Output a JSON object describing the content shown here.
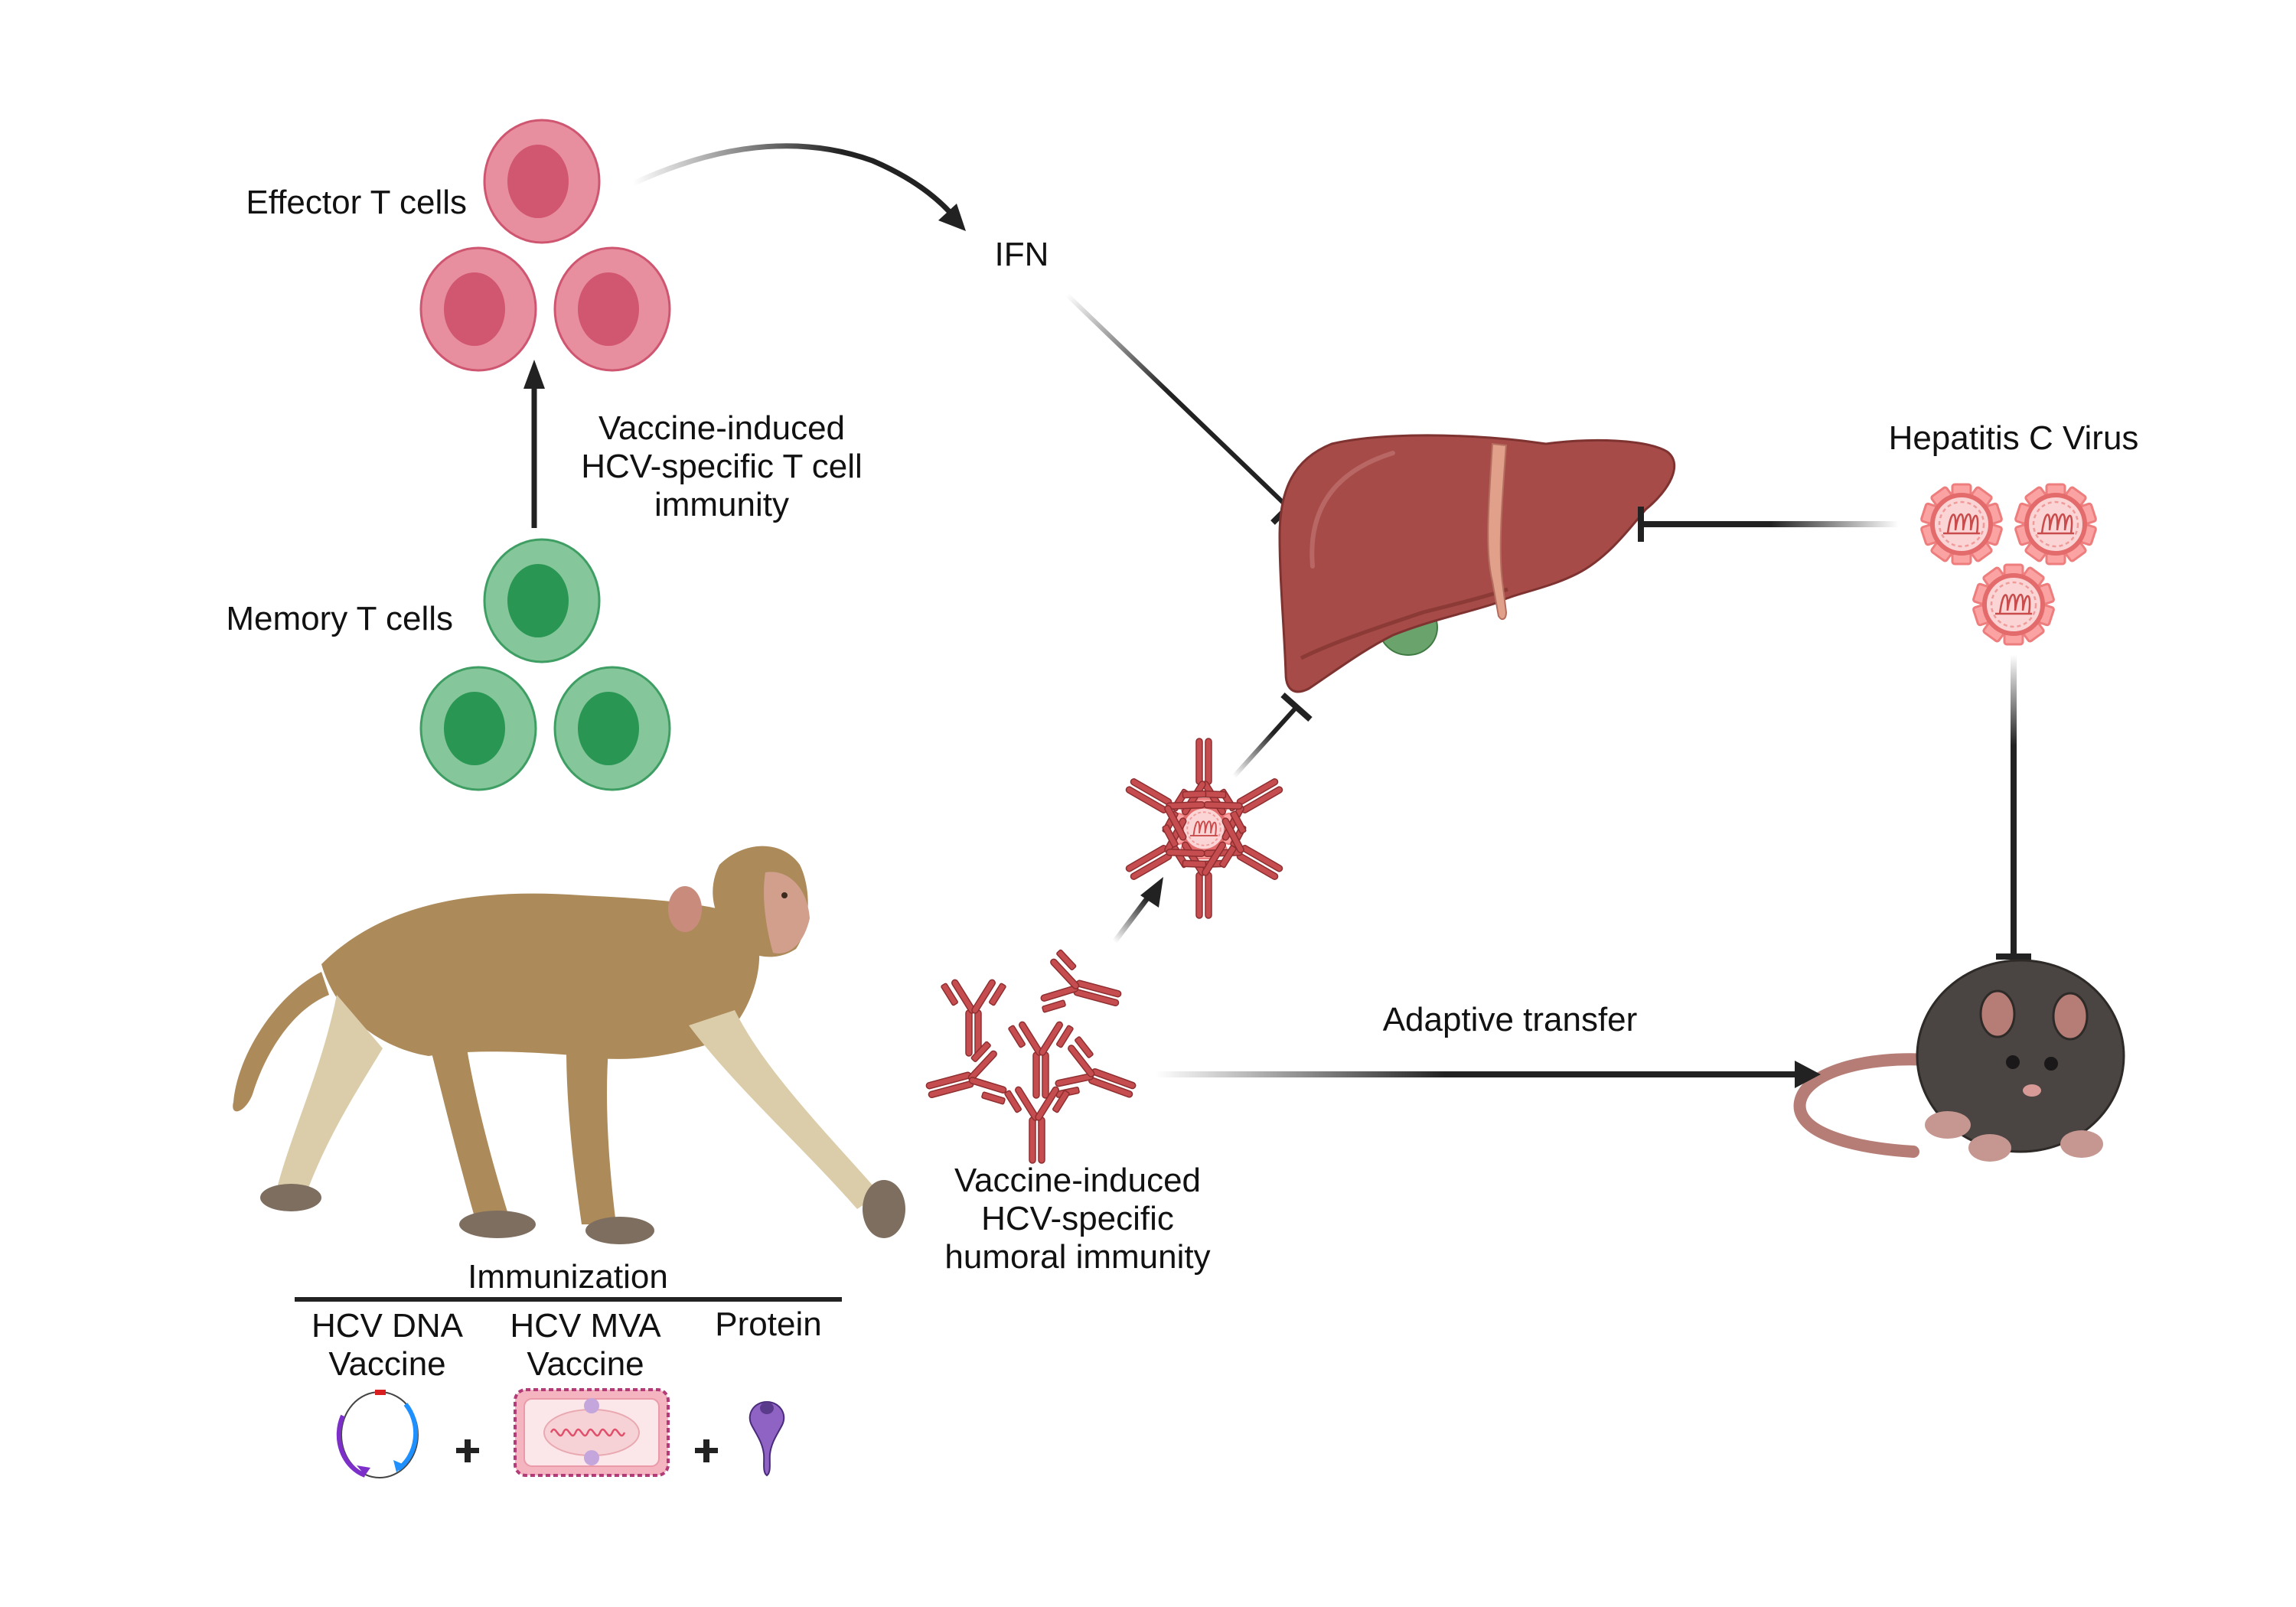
{
  "title": "Vaccine-induced HCV-specific immunity schematic",
  "labels": {
    "effector_t_cells": "Effector T cells",
    "memory_t_cells": "Memory T cells",
    "t_cell_immunity": "Vaccine-induced\nHCV-specific T cell\nimmunity",
    "ifn": "IFN",
    "hcv": "Hepatitis C Virus",
    "adaptive_transfer": "Adaptive transfer",
    "humoral_immunity": "Vaccine-induced\nHCV-specific\nhumoral immunity",
    "immunization": "Immunization"
  },
  "immunization": {
    "components": [
      {
        "label": "HCV DNA\nVaccine",
        "icon": "plasmid-icon"
      },
      {
        "label": "HCV MVA\nVaccine",
        "icon": "mva-virus-icon"
      },
      {
        "label": "Protein",
        "icon": "protein-icon"
      }
    ],
    "operator": "+"
  },
  "entities": {
    "effector_cells": {
      "count": 3,
      "icon": "t-cell-icon"
    },
    "memory_cells": {
      "count": 3,
      "icon": "t-cell-icon"
    },
    "hcv_virions": {
      "count": 3,
      "icon": "virus-icon"
    },
    "antibodies": {
      "count": 7,
      "icon": "antibody-icon"
    },
    "liver": {
      "icon": "liver-icon"
    },
    "mouse": {
      "icon": "mouse-icon"
    },
    "monkey": {
      "icon": "macaque-icon"
    },
    "neutralized_virion": {
      "icon": "antibody-coated-virus-icon"
    }
  },
  "relations": [
    {
      "from": "Memory T cells",
      "to": "Effector T cells",
      "type": "activation"
    },
    {
      "from": "Effector T cells",
      "to": "IFN",
      "type": "activation"
    },
    {
      "from": "IFN",
      "to": "Liver",
      "type": "inhibition"
    },
    {
      "from": "Hepatitis C Virus",
      "to": "Liver",
      "type": "inhibition"
    },
    {
      "from": "Hepatitis C Virus",
      "to": "Mouse",
      "type": "inhibition"
    },
    {
      "from": "Antibodies",
      "to": "Neutralized virion",
      "type": "activation"
    },
    {
      "from": "Neutralized virion",
      "to": "Liver",
      "type": "inhibition"
    },
    {
      "from": "Antibodies",
      "to": "Mouse",
      "type": "activation",
      "label": "Adaptive transfer"
    }
  ],
  "colors": {
    "effector_outer": "#e88f9f",
    "effector_inner": "#d1566f",
    "effector_stroke": "#cf5670",
    "memory_outer": "#85c79a",
    "memory_inner": "#2a9654",
    "memory_stroke": "#3f9e63",
    "virus": "#ee7d7d",
    "virus_fill": "#fbd5d5",
    "antibody": "#c54d4f",
    "liver": "#a64b48",
    "liver_dark": "#8c3a37",
    "gallbladder": "#6aa36c",
    "mouse": "#4a4542",
    "mouse_pink": "#b57d76",
    "monkey": "#ac8a5a",
    "monkey_light": "#dccdaa",
    "arrow": "#222222"
  }
}
